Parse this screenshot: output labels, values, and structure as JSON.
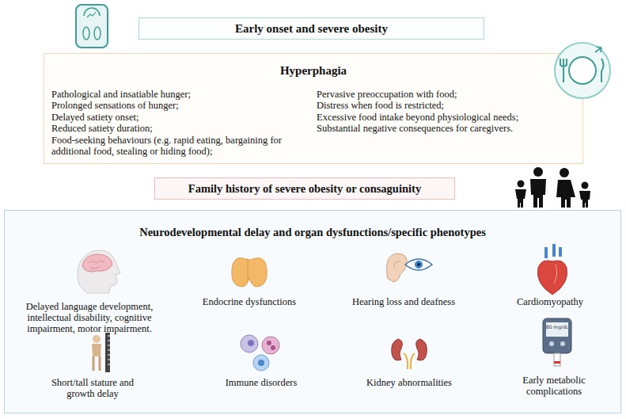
{
  "diagram": {
    "nodes": [
      {
        "text": [
          "Early onset and severe obesity"
        ]
      },
      {
        "text": [
          "Hyperphagia",
          "Pathological and insatiable hunger;",
          "Prolonged sensations of hunger;",
          "Delayed satiety onset;",
          "Reduced satiety duration;",
          "Food-seeking behaviours (e.g. rapid eating, bargaining for additional food, stealing or hiding food);",
          "Pervasive preoccupation with food;",
          "Distress when food is restricted;",
          "Excessive food intake beyond physiological needs;",
          "Substantial negative consequences for caregivers."
        ]
      },
      {
        "text": [
          "Family history of severe obesity or consaguinity"
        ]
      },
      {
        "text": [
          "Neurodevelopmental delay and organ dysfunctions/specific phenotypes"
        ]
      }
    ],
    "labels": [
      "Delayed language development, intellectual disability, cognitive impairment, motor impairment.",
      "Endocrine dysfunctions",
      "Hearing loss and deafness",
      "Cardiomyopathy",
      "Short/tall stature and growth delay",
      "Immune disorders",
      "Kidney abnormalities",
      "Early metabolic complications",
      "80 mg/dL"
    ]
  }
}
